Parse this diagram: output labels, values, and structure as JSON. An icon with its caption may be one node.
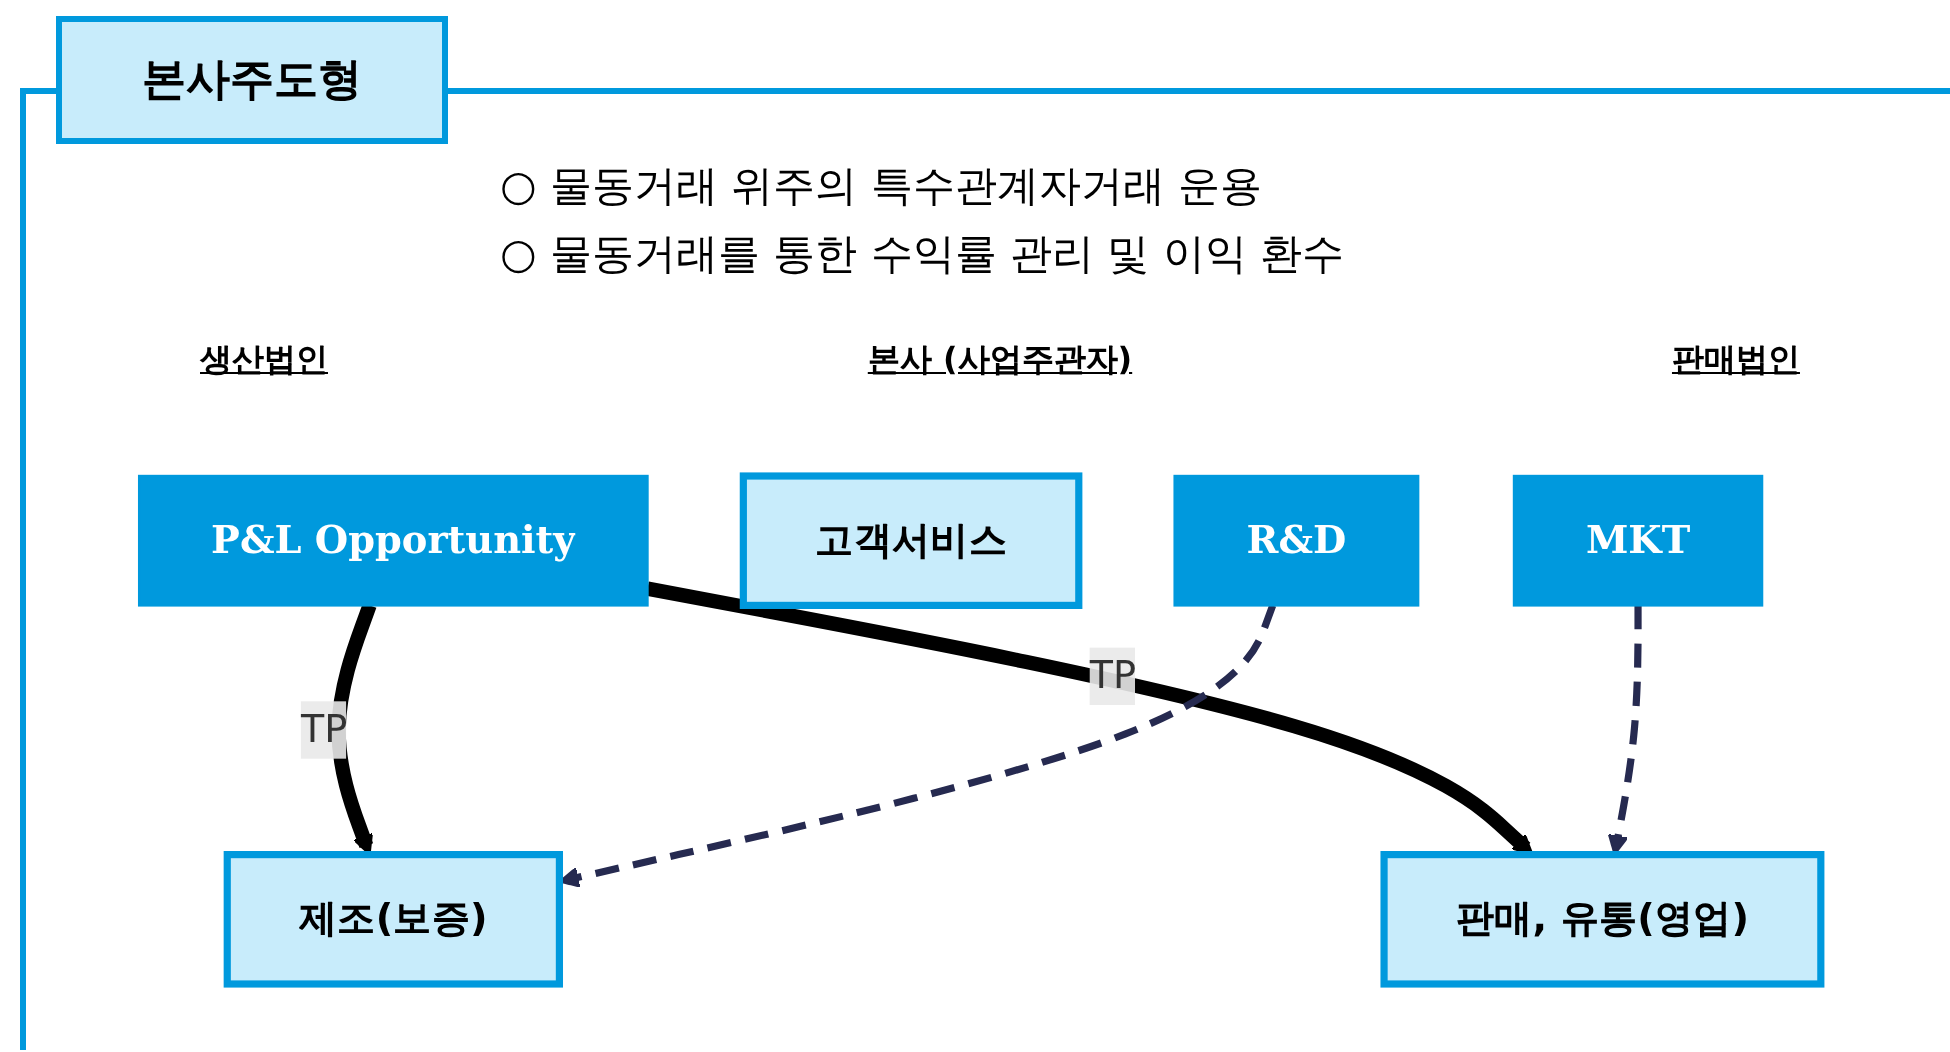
{
  "diagram": {
    "title": "본사주도형",
    "nodes": [
      {
        "text": [
          "제조(보증)"
        ]
      },
      {
        "text": [
          "P&L Opportunity"
        ]
      },
      {
        "text": [
          "고객서비스"
        ]
      },
      {
        "text": [
          "MKT"
        ]
      },
      {
        "text": [
          "R&D"
        ]
      },
      {
        "text": [
          "판매, 유통(영업)"
        ]
      }
    ],
    "edges": [
      {
        "from": 1,
        "to": 0,
        "arrow": "to",
        "label": "TP",
        "style": "thick"
      },
      {
        "from": 1,
        "to": 5,
        "arrow": "to",
        "label": "TP",
        "style": "thick"
      },
      {
        "from": 4,
        "to": 0,
        "arrow": "to",
        "style": "dashed",
        "color": "#262a50"
      },
      {
        "from": 3,
        "to": 5,
        "arrow": "to",
        "style": "dashed",
        "color": "#262a50"
      }
    ],
    "labels": [
      "○ 물동거래 위주의 특수관계자거래 운용",
      "○ 물동거래를 통한 수익률 관리 및 이익 환수",
      "생산법인",
      "본사 (사업주관자)",
      "판매법인"
    ]
  }
}
